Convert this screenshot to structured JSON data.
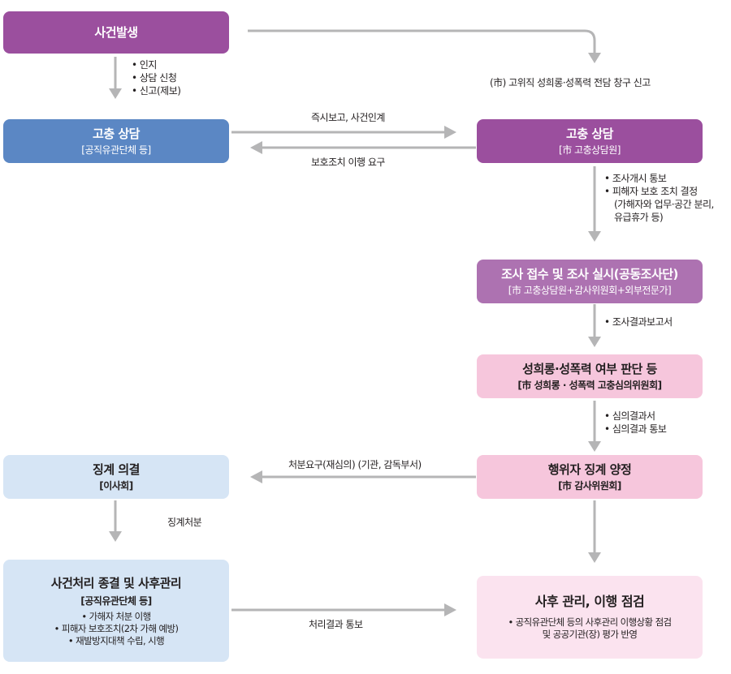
{
  "nodes": {
    "incident": {
      "title": "사건발생"
    },
    "report_left": {
      "title": "고충 상담",
      "sub": "[공직유관단체 등]"
    },
    "report_right": {
      "title": "고충 상담",
      "sub": "[市 고충상담원]"
    },
    "investigation": {
      "title": "조사 접수 및 조사 실시(공동조사단)",
      "sub": "[市 고충상담원+감사위원회+외부전문가]"
    },
    "judgment": {
      "title": "성희롱·성폭력 여부 판단 등",
      "sub": "[市 성희롱 · 성폭력 고충심의위원회]"
    },
    "punishment_quantify": {
      "title": "행위자 징계 양정",
      "sub": "[市 감사위원회]"
    },
    "discipline_resolution": {
      "title": "징계 의결",
      "sub": "[이사회]"
    },
    "closure": {
      "title": "사건처리 종결 및 사후관리",
      "sub": "[공직유관단체 등]",
      "bullets": [
        "• 가해자 처분 이행",
        "• 피해자 보호조치(2차 가해 예방)",
        "• 재발방지대책 수립, 시행"
      ]
    },
    "followup": {
      "title": "사후 관리, 이행 점검",
      "bullets": [
        "• 공직유관단체 등의 사후관리 이행상황 점검",
        "및 공공기관(장) 평가 반영"
      ]
    }
  },
  "notes": {
    "incident_down": [
      "• 인지",
      "• 상담 신청",
      "• 신고(제보)"
    ],
    "report_right_down": [
      "• 조사개시 통보",
      "• 피해자 보호 조치 결정",
      "(가해자와 업무·공간 분리,",
      "유급휴가 등)"
    ],
    "investigation_down": [
      "• 조사결과보고서"
    ],
    "judgment_down": [
      "• 심의결과서",
      "• 심의결과 통보"
    ]
  },
  "labels": {
    "city_report": "(市) 고위직 성희롱·성폭력 전담 창구 신고",
    "immediate_report": "즉시보고, 사건인계",
    "protection_request": "보호조치 이행 요구",
    "disposition_request": "처분요구(재심의) (기관, 감독부서)",
    "discipline_action": "징계처분",
    "result_notice": "처리결과 통보"
  },
  "colors": {
    "purple": "#9b4f9e",
    "blue": "#5b87c4",
    "mid_purple": "#ad72b1",
    "pink": "#f6c6dc",
    "light_blue": "#d6e5f5",
    "light_pink": "#fbe3ef",
    "arrow_gray": "#b5b5b6"
  }
}
